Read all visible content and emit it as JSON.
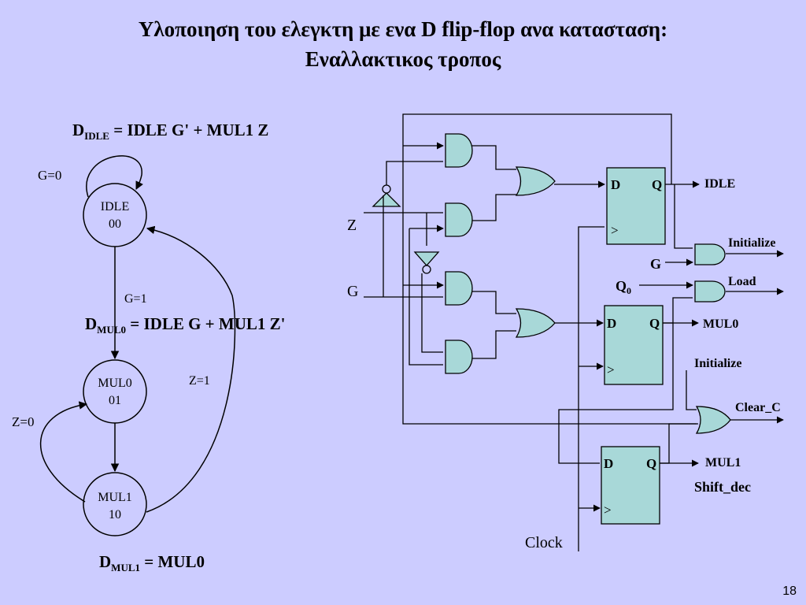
{
  "slide": {
    "title_line1": "Υλοποιηση του ελεγκτη με ενα D flip-flop ανα κατασταση:",
    "title_line2": "Εναλλακτικος τροπος",
    "page_number": "18"
  },
  "equations": {
    "d_idle": {
      "d": "D",
      "sub": "IDLE",
      "rhs": " = IDLE G' + MUL1 Z"
    },
    "d_mul0": {
      "d": "D",
      "sub": "MUL0",
      "rhs": " = IDLE G + MUL1 Z'"
    },
    "d_mul1": {
      "d": "D",
      "sub": "MUL1",
      "rhs": " = MUL0"
    }
  },
  "state_diagram": {
    "states": [
      {
        "name": "IDLE",
        "code": "00"
      },
      {
        "name": "MUL0",
        "code": "01"
      },
      {
        "name": "MUL1",
        "code": "10"
      }
    ],
    "transitions": {
      "idle_self": "G=0",
      "idle_to_mul0": "G=1",
      "mul0_to_mul1_return": "Z=0",
      "mul1_to_idle": "Z=1"
    }
  },
  "circuit": {
    "inputs": {
      "z": "Z",
      "g": "G",
      "clock": "Clock",
      "q0": "Q",
      "q0_sub": "0"
    },
    "flipflop": {
      "d": "D",
      "q": "Q",
      "clk": ">"
    },
    "outputs": {
      "idle": "IDLE",
      "mul0": "MUL0",
      "mul1": "MUL1",
      "initialize": "Initialize",
      "load": "Load",
      "clear_c": "Clear_C",
      "shift_dec": "Shift_dec"
    },
    "gate_labels": {
      "g_initialize": "G",
      "initialize_in": "Initialize"
    }
  }
}
